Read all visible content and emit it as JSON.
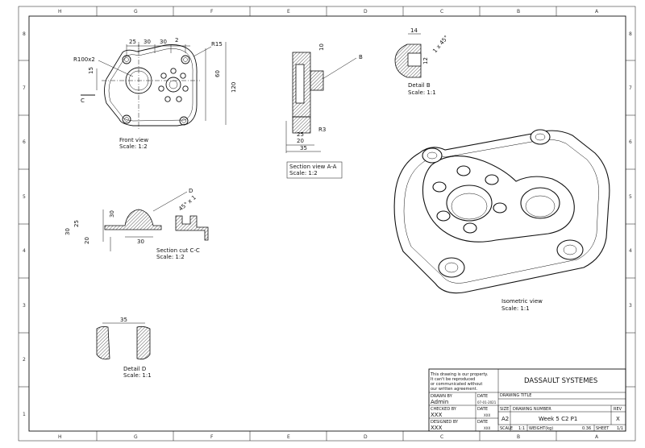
{
  "zones": {
    "columns": [
      "H",
      "G",
      "F",
      "E",
      "D",
      "C",
      "B",
      "A"
    ],
    "rows": [
      "8",
      "7",
      "6",
      "5",
      "4",
      "3",
      "2",
      "1"
    ]
  },
  "views": {
    "front": {
      "title": "Front view",
      "scale": "Scale:  1:2",
      "dims": {
        "d25": "25",
        "d30a": "30",
        "d30b": "30",
        "d2": "2",
        "r15": "R15",
        "r100": "R100x2",
        "d15": "15",
        "d60": "60",
        "d120": "120",
        "c": "C"
      }
    },
    "section_aa": {
      "title": "Section view A-A",
      "scale": "Scale:  1:2",
      "dims": {
        "d10": "10",
        "b": "B",
        "r3": "R3",
        "d25": "25",
        "d20": "20",
        "d35": "35"
      }
    },
    "detail_b": {
      "title": "Detail B",
      "scale": "Scale:  1:1",
      "dims": {
        "d14": "14",
        "d12": "12",
        "chamfer": "1 x 45°"
      }
    },
    "section_cc": {
      "title": "Section cut C-C",
      "scale": "Scale:  1:2",
      "dims": {
        "d30a": "30",
        "d25": "25",
        "d30b": "30",
        "d20": "20",
        "d30c": "30",
        "d": "D",
        "chamfer": "45° x 1"
      }
    },
    "detail_d": {
      "title": "Detail D",
      "scale": "Scale:  1:1",
      "dims": {
        "d35": "35"
      }
    },
    "isometric": {
      "title": "Isometric view",
      "scale": "Scale:  1:1"
    }
  },
  "title_block": {
    "notice": [
      "This drawing is our property.",
      "It can't be reproduced",
      "or communicated without",
      "our written agreement."
    ],
    "company": "DASSAULT SYSTEMES",
    "drawn_by_label": "DRAWN BY",
    "drawn_by": "Admin",
    "date_label": "DATE",
    "date_value": "07-01-2021",
    "drawing_title_label": "DRAWING TITLE",
    "checked_by_label": "CHECKED BY",
    "checked_by": "XXX",
    "date2_label": "DATE",
    "date2_value": "XXX",
    "size_label": "SIZE",
    "size": "A2",
    "drawing_number_label": "DRAWING NUMBER",
    "drawing_number": "Week 5 C2 P1",
    "rev_label": "REV",
    "rev": "X",
    "designed_by_label": "DESIGNED BY",
    "designed_by": "XXX",
    "date3_label": "DATE",
    "date3_value": "XXX",
    "scale_label": "SCALE",
    "scale": "1:1",
    "weight_label": "WEIGHT(kg)",
    "weight": "0.36",
    "sheet_label": "SHEET",
    "sheet": "1/1"
  }
}
